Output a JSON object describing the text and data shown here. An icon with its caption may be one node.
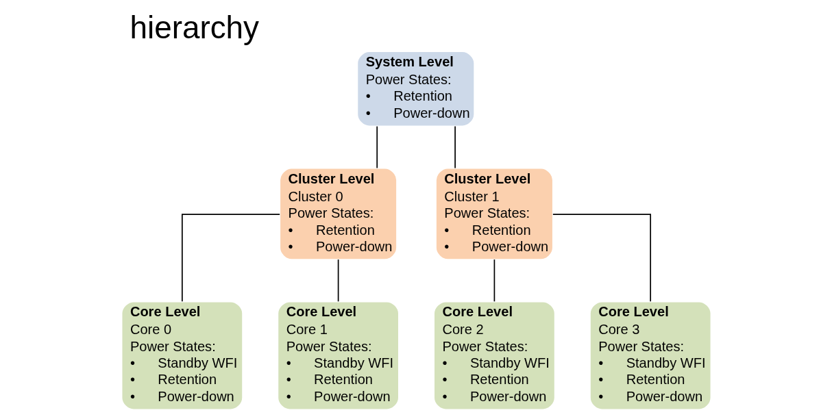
{
  "diagram": {
    "title": "hierarchy",
    "nodes": [
      {
        "text": [
          "System Level",
          "Power States:",
          "•      Retention",
          "•      Power-down"
        ]
      },
      {
        "text": [
          "Cluster Level",
          "Cluster 0",
          "Power States:",
          "•      Retention",
          "•      Power-down"
        ]
      },
      {
        "text": [
          "Cluster Level",
          "Cluster 1",
          "Power States:",
          "•      Retention",
          "•      Power-down"
        ]
      },
      {
        "text": [
          "Core Level",
          "Core 0",
          "Power States:",
          "•      Standby WFI",
          "•      Retention",
          "•      Power-down"
        ]
      },
      {
        "text": [
          "Core Level",
          "Core 1",
          "Power States:",
          "•      Standby WFI",
          "•      Retention",
          "•      Power-down"
        ]
      },
      {
        "text": [
          "Core Level",
          "Core 2",
          "Power States:",
          "•      Standby WFI",
          "•      Retention",
          "•      Power-down"
        ]
      },
      {
        "text": [
          "Core Level",
          "Core 3",
          "Power States:",
          "•      Standby WFI",
          "•      Retention",
          "•      Power-down"
        ]
      }
    ],
    "edges": [
      {
        "from": 0,
        "to": 1,
        "arrow": "none"
      },
      {
        "from": 0,
        "to": 2,
        "arrow": "none"
      },
      {
        "from": 1,
        "to": 3,
        "arrow": "none"
      },
      {
        "from": 1,
        "to": 4,
        "arrow": "none"
      },
      {
        "from": 2,
        "to": 5,
        "arrow": "none"
      },
      {
        "from": 2,
        "to": 6,
        "arrow": "none"
      }
    ]
  }
}
